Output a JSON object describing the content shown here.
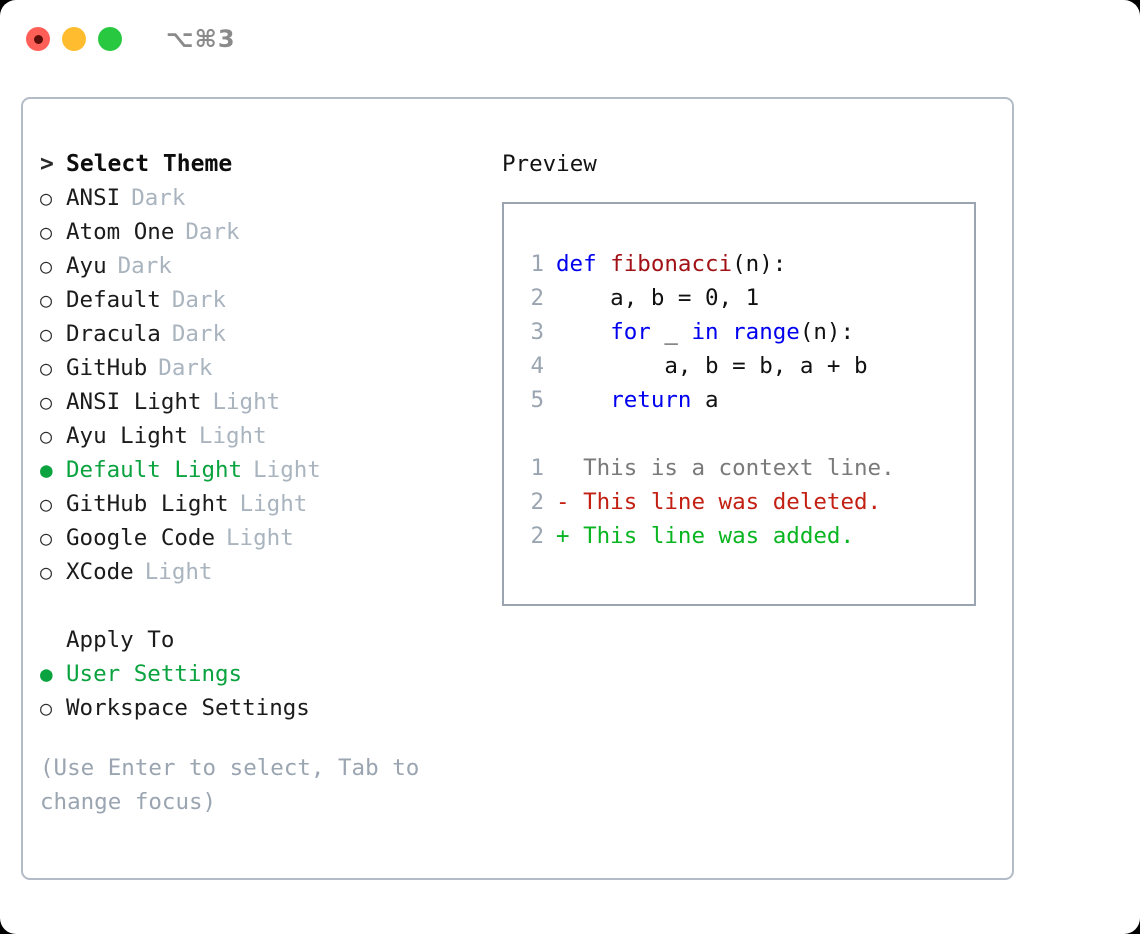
{
  "titlebar": {
    "shortcut": "⌥⌘3",
    "buttons": [
      {
        "name": "close",
        "color": "#ff5f57"
      },
      {
        "name": "minimize",
        "color": "#febc2e"
      },
      {
        "name": "maximize",
        "color": "#28c840"
      }
    ]
  },
  "theme_picker": {
    "header_marker": ">",
    "header_label": "Select Theme",
    "items": [
      {
        "marker": "○",
        "label": "ANSI",
        "badge": "Dark",
        "selected": false
      },
      {
        "marker": "○",
        "label": "Atom One",
        "badge": "Dark",
        "selected": false
      },
      {
        "marker": "○",
        "label": "Ayu",
        "badge": "Dark",
        "selected": false
      },
      {
        "marker": "○",
        "label": "Default",
        "badge": "Dark",
        "selected": false
      },
      {
        "marker": "○",
        "label": "Dracula",
        "badge": "Dark",
        "selected": false
      },
      {
        "marker": "○",
        "label": "GitHub",
        "badge": "Dark",
        "selected": false
      },
      {
        "marker": "○",
        "label": "ANSI Light",
        "badge": "Light",
        "selected": false
      },
      {
        "marker": "○",
        "label": "Ayu Light",
        "badge": "Light",
        "selected": false
      },
      {
        "marker": "●",
        "label": "Default Light",
        "badge": "Light",
        "selected": true
      },
      {
        "marker": "○",
        "label": "GitHub Light",
        "badge": "Light",
        "selected": false
      },
      {
        "marker": "○",
        "label": "Google Code",
        "badge": "Light",
        "selected": false
      },
      {
        "marker": "○",
        "label": "XCode",
        "badge": "Light",
        "selected": false
      }
    ]
  },
  "apply_to": {
    "header_label": "Apply To",
    "items": [
      {
        "marker": "●",
        "label": "User Settings",
        "selected": true
      },
      {
        "marker": "○",
        "label": "Workspace Settings",
        "selected": false
      }
    ]
  },
  "hint": {
    "line1": "(Use Enter to select, Tab to",
    "line2": "change focus)"
  },
  "preview": {
    "title": "Preview",
    "code_lines": [
      {
        "number": "1",
        "tokens": [
          {
            "text": "def ",
            "kind": "kw"
          },
          {
            "text": "fibonacci",
            "kind": "fn"
          },
          {
            "text": "(n):",
            "kind": "plain"
          }
        ]
      },
      {
        "number": "2",
        "tokens": [
          {
            "text": "    a, b = 0, 1",
            "kind": "plain"
          }
        ]
      },
      {
        "number": "3",
        "tokens": [
          {
            "text": "    ",
            "kind": "plain"
          },
          {
            "text": "for",
            "kind": "kw"
          },
          {
            "text": " _ ",
            "kind": "plain"
          },
          {
            "text": "in ",
            "kind": "kw"
          },
          {
            "text": "range",
            "kind": "kw"
          },
          {
            "text": "(n):",
            "kind": "plain"
          }
        ]
      },
      {
        "number": "4",
        "tokens": [
          {
            "text": "        a, b = b, a + b",
            "kind": "plain"
          }
        ]
      },
      {
        "number": "5",
        "tokens": [
          {
            "text": "    ",
            "kind": "plain"
          },
          {
            "text": "return",
            "kind": "kw"
          },
          {
            "text": " a",
            "kind": "plain"
          }
        ]
      }
    ],
    "diff_lines": [
      {
        "number": "1",
        "marker": " ",
        "text": "  This is a context line.",
        "kind": "ctx"
      },
      {
        "number": "2",
        "marker": "-",
        "text": "- This line was deleted.",
        "kind": "del"
      },
      {
        "number": "2",
        "marker": "+",
        "text": "+ This line was added.",
        "kind": "add"
      }
    ]
  },
  "colors": {
    "accent_green": "#0aa33f",
    "muted": "#a9b4bf",
    "keyword": "#0000ee",
    "function": "#a11217",
    "diff_delete": "#c32014",
    "diff_add": "#09b521",
    "border": "#b3bcc6"
  }
}
